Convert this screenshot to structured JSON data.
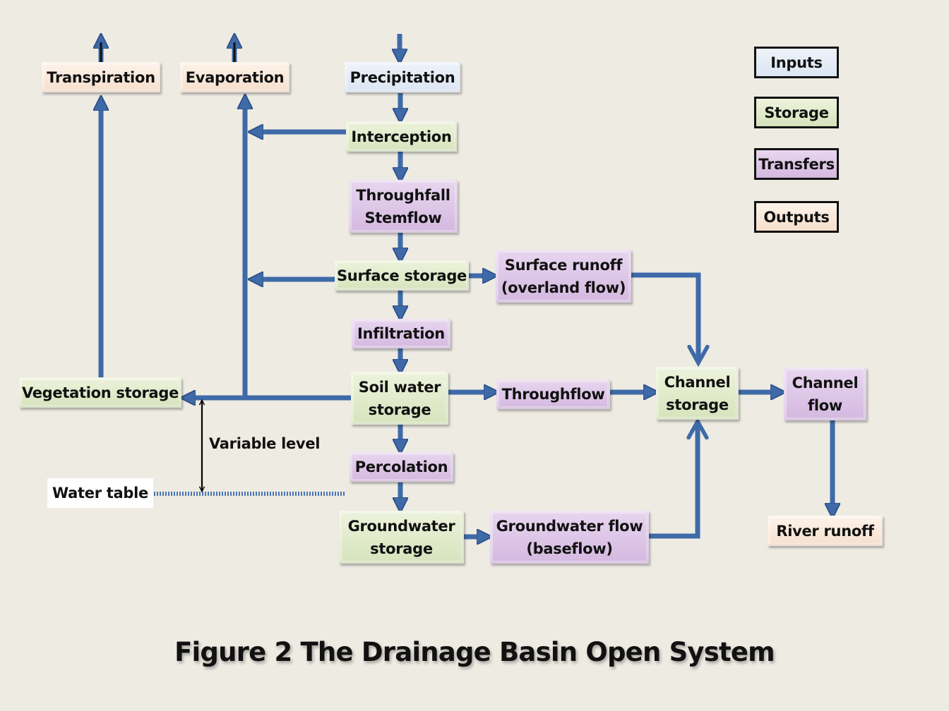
{
  "title": "Figure 2 The Drainage Basin Open System",
  "colors": {
    "background": "#eeebe3",
    "arrow": "#3f6aa8",
    "arrow_outline": "#2e5089",
    "inputs": "#dbe5f2",
    "storage": "#d6e3bc",
    "transfers": "#d4b8e0",
    "outputs": "#f6dfcc"
  },
  "legend": {
    "inputs": "Inputs",
    "storage": "Storage",
    "transfers": "Transfers",
    "outputs": "Outputs"
  },
  "nodes": {
    "transpiration": {
      "label": "Transpiration",
      "category": "outputs"
    },
    "evaporation": {
      "label": "Evaporation",
      "category": "outputs"
    },
    "precipitation": {
      "label": "Precipitation",
      "category": "inputs"
    },
    "interception": {
      "label": "Interception",
      "category": "storage"
    },
    "throughfall": {
      "line1": "Throughfall",
      "line2": "Stemflow",
      "category": "transfers"
    },
    "surface_storage": {
      "label": "Surface storage",
      "category": "storage"
    },
    "surface_runoff": {
      "line1": "Surface runoff",
      "line2": "(overland flow)",
      "category": "transfers"
    },
    "infiltration": {
      "label": "Infiltration",
      "category": "transfers"
    },
    "vegetation_storage": {
      "label": "Vegetation storage",
      "category": "storage"
    },
    "soil_water_storage": {
      "line1": "Soil water",
      "line2": "storage",
      "category": "storage"
    },
    "throughflow": {
      "label": "Throughflow",
      "category": "transfers"
    },
    "channel_storage": {
      "line1": "Channel",
      "line2": "storage",
      "category": "storage"
    },
    "channel_flow": {
      "line1": "Channel",
      "line2": "flow",
      "category": "transfers"
    },
    "percolation": {
      "label": "Percolation",
      "category": "transfers"
    },
    "groundwater_storage": {
      "line1": "Groundwater",
      "line2": "storage",
      "category": "storage"
    },
    "groundwater_flow": {
      "line1": "Groundwater flow",
      "line2": "(baseflow)",
      "category": "transfers"
    },
    "river_runoff": {
      "label": "River runoff",
      "category": "outputs"
    }
  },
  "annotations": {
    "variable_level": "Variable level",
    "water_table": "Water table"
  },
  "edges": [
    {
      "from": "external",
      "to": "precipitation"
    },
    {
      "from": "precipitation",
      "to": "interception"
    },
    {
      "from": "interception",
      "to": "throughfall"
    },
    {
      "from": "interception",
      "to": "evaporation"
    },
    {
      "from": "throughfall",
      "to": "surface_storage"
    },
    {
      "from": "surface_storage",
      "to": "evaporation"
    },
    {
      "from": "surface_storage",
      "to": "surface_runoff"
    },
    {
      "from": "surface_storage",
      "to": "infiltration"
    },
    {
      "from": "surface_runoff",
      "to": "channel_storage"
    },
    {
      "from": "infiltration",
      "to": "soil_water_storage"
    },
    {
      "from": "soil_water_storage",
      "to": "vegetation_storage"
    },
    {
      "from": "soil_water_storage",
      "to": "evaporation"
    },
    {
      "from": "soil_water_storage",
      "to": "throughflow"
    },
    {
      "from": "soil_water_storage",
      "to": "percolation"
    },
    {
      "from": "throughflow",
      "to": "channel_storage"
    },
    {
      "from": "percolation",
      "to": "groundwater_storage"
    },
    {
      "from": "groundwater_storage",
      "to": "groundwater_flow"
    },
    {
      "from": "groundwater_flow",
      "to": "channel_storage"
    },
    {
      "from": "channel_storage",
      "to": "channel_flow"
    },
    {
      "from": "channel_flow",
      "to": "river_runoff"
    },
    {
      "from": "vegetation_storage",
      "to": "transpiration"
    },
    {
      "from": "transpiration",
      "to": "external"
    },
    {
      "from": "evaporation",
      "to": "external"
    }
  ]
}
